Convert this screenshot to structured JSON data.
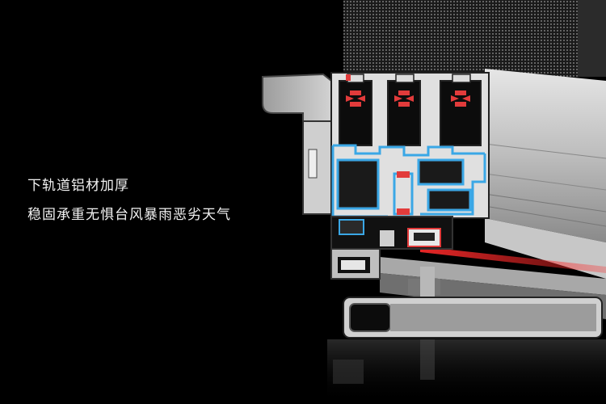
{
  "caption": {
    "headline": "下轨道铝材加厚",
    "subline": "稳固承重无惧台风暴雨恶劣天气"
  },
  "colors": {
    "background": "#000000",
    "aluminum_light": "#d9d9d9",
    "aluminum_mid": "#a9a9a9",
    "aluminum_dark": "#5d5d5d",
    "cavity": "#0b0b0b",
    "insulation_blue": "#3aa7e6",
    "seal_red": "#e23b3b",
    "text": "#f2f2f2"
  },
  "icons": {
    "profile": "aluminum-window-cross-section"
  }
}
